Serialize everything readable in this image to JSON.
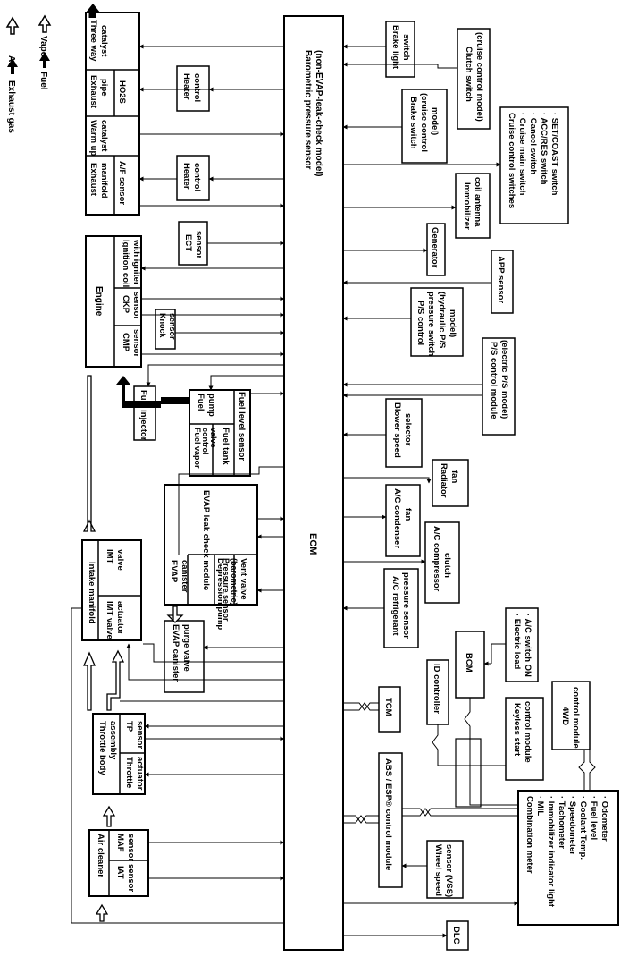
{
  "legend": {
    "air": "Air",
    "vapor": "Vapor",
    "exhaust_gas": "Exhaust gas",
    "fuel": "Fuel"
  },
  "ecm": {
    "label": "ECM",
    "baro_line1": "Barometric pressure sensor",
    "baro_line2": "(non-EVAP-leak-check model)"
  },
  "exhaust": {
    "exhaust_manifold": [
      "Exhaust",
      "manifold"
    ],
    "af_sensor": "A/F sensor",
    "warm_up_catalyst": [
      "Warm up",
      "catalyst"
    ],
    "exhaust_pipe": [
      "Exhaust",
      "pipe"
    ],
    "ho2s": "HO2S",
    "three_way_catalyst": [
      "Three way",
      "catalyst"
    ]
  },
  "heater_control_1": [
    "Heater",
    "control"
  ],
  "heater_control_2": [
    "Heater",
    "control"
  ],
  "engine": {
    "title": "Engine",
    "ignition": [
      "Ignition coil",
      "with igniter"
    ],
    "ckp": [
      "CKP",
      "sensor"
    ],
    "cmp": [
      "CMP",
      "sensor"
    ],
    "knock": [
      "Knock",
      "sensor"
    ]
  },
  "ect_sensor": [
    "ECT",
    "sensor"
  ],
  "fuel_injector": "Fuel injector",
  "fuel_tank": {
    "fuel_pump": [
      "Fuel",
      "pump"
    ],
    "fuel_vapor": [
      "Fuel vapor",
      "control",
      "valve"
    ],
    "fuel_tank": "Fuel tank",
    "fuel_level": "Fuel level sensor"
  },
  "evap": {
    "canister": [
      "EVAP",
      "canister"
    ],
    "leak_title": "EVAP leak check module",
    "depression_pump": "Depression pump",
    "pressure_sensor": [
      "Pressure sensor",
      "(barometric)"
    ],
    "vent_valve": "Vent valve"
  },
  "purge_valve": [
    "EVAP canister",
    "purge valve"
  ],
  "intake": {
    "title": "Intake manifold",
    "imt_valve_actuator": [
      "IMT valve",
      "actuator"
    ],
    "imt_valve": [
      "IMT",
      "valve"
    ]
  },
  "throttle": {
    "title": [
      "Throttle body",
      "assembly"
    ],
    "actuator": [
      "Throttle",
      "actuator"
    ],
    "tp": [
      "TP",
      "sensor"
    ]
  },
  "air_cleaner": {
    "title": "Air cleaner",
    "iat": [
      "IAT",
      "sensor"
    ],
    "maf": [
      "MAF",
      "sensor"
    ]
  },
  "right": {
    "brake_light": [
      "Brake light",
      "switch"
    ],
    "clutch": [
      "Clutch switch",
      "(cruise control model)"
    ],
    "brake_switch": [
      "Brake switch",
      "(cruise control",
      "model)"
    ],
    "cruise": [
      "Cruise control switches",
      "· Cruise main switch",
      "· Cancel switch",
      "· ACC/RES switch",
      "· SET/COAST switch"
    ],
    "immobilizer": [
      "Immobilizer",
      "coil antenna"
    ],
    "generator": "Generator",
    "app": "APP sensor",
    "ps_pressure": [
      "P/S control",
      "pressure switch",
      "(hydraulic P/S",
      "model)"
    ],
    "ps_module": [
      "P/S control module",
      "(electric P/S model)"
    ],
    "blower": [
      "Blower speed",
      "selector"
    ],
    "radiator": [
      "Radiator",
      "fan"
    ],
    "ac_condenser": [
      "A/C condenser",
      "fan"
    ],
    "ac_compressor": [
      "A/C compressor",
      "clutch"
    ],
    "ac_refrigerant": [
      "A/C refrigerant",
      "pressure sensor"
    ],
    "id_controller": "ID controller",
    "bcm": "BCM",
    "electric_load": [
      "· Electric load",
      "· A/C switch ON"
    ],
    "tcm": "TCM",
    "keyless": [
      "Keyless start",
      "control module"
    ],
    "fourwd": [
      "4WD",
      "control module"
    ],
    "abs": "ABS / ESP® control module",
    "wheel_speed": [
      "Wheel speed",
      "sensor (VSS)"
    ],
    "dlc": "DLC",
    "combination": [
      "Combination meter",
      "· MIL",
      "· Immobilizer indicator light",
      "· Tachometer",
      "· Speedometer",
      "· Coolant Temp.",
      "· Fuel level",
      "· Odometer"
    ]
  }
}
